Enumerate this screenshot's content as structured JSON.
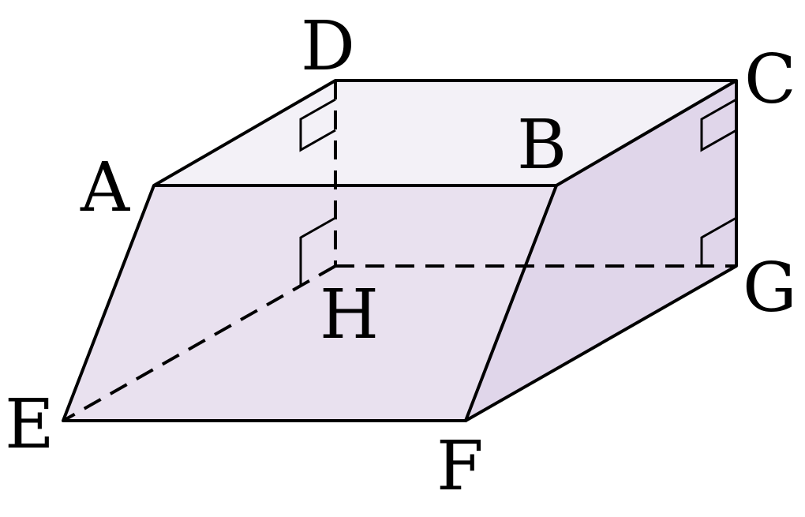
{
  "diagram": {
    "colors": {
      "top_face": "#f3f1f7",
      "front_face": "#e9e1ef",
      "side_face": "#e0d6ea",
      "stroke": "#000000",
      "background": "#ffffff"
    },
    "vertices": {
      "A": "A",
      "B": "B",
      "C": "C",
      "D": "D",
      "E": "E",
      "F": "F",
      "G": "G",
      "H": "H"
    }
  }
}
